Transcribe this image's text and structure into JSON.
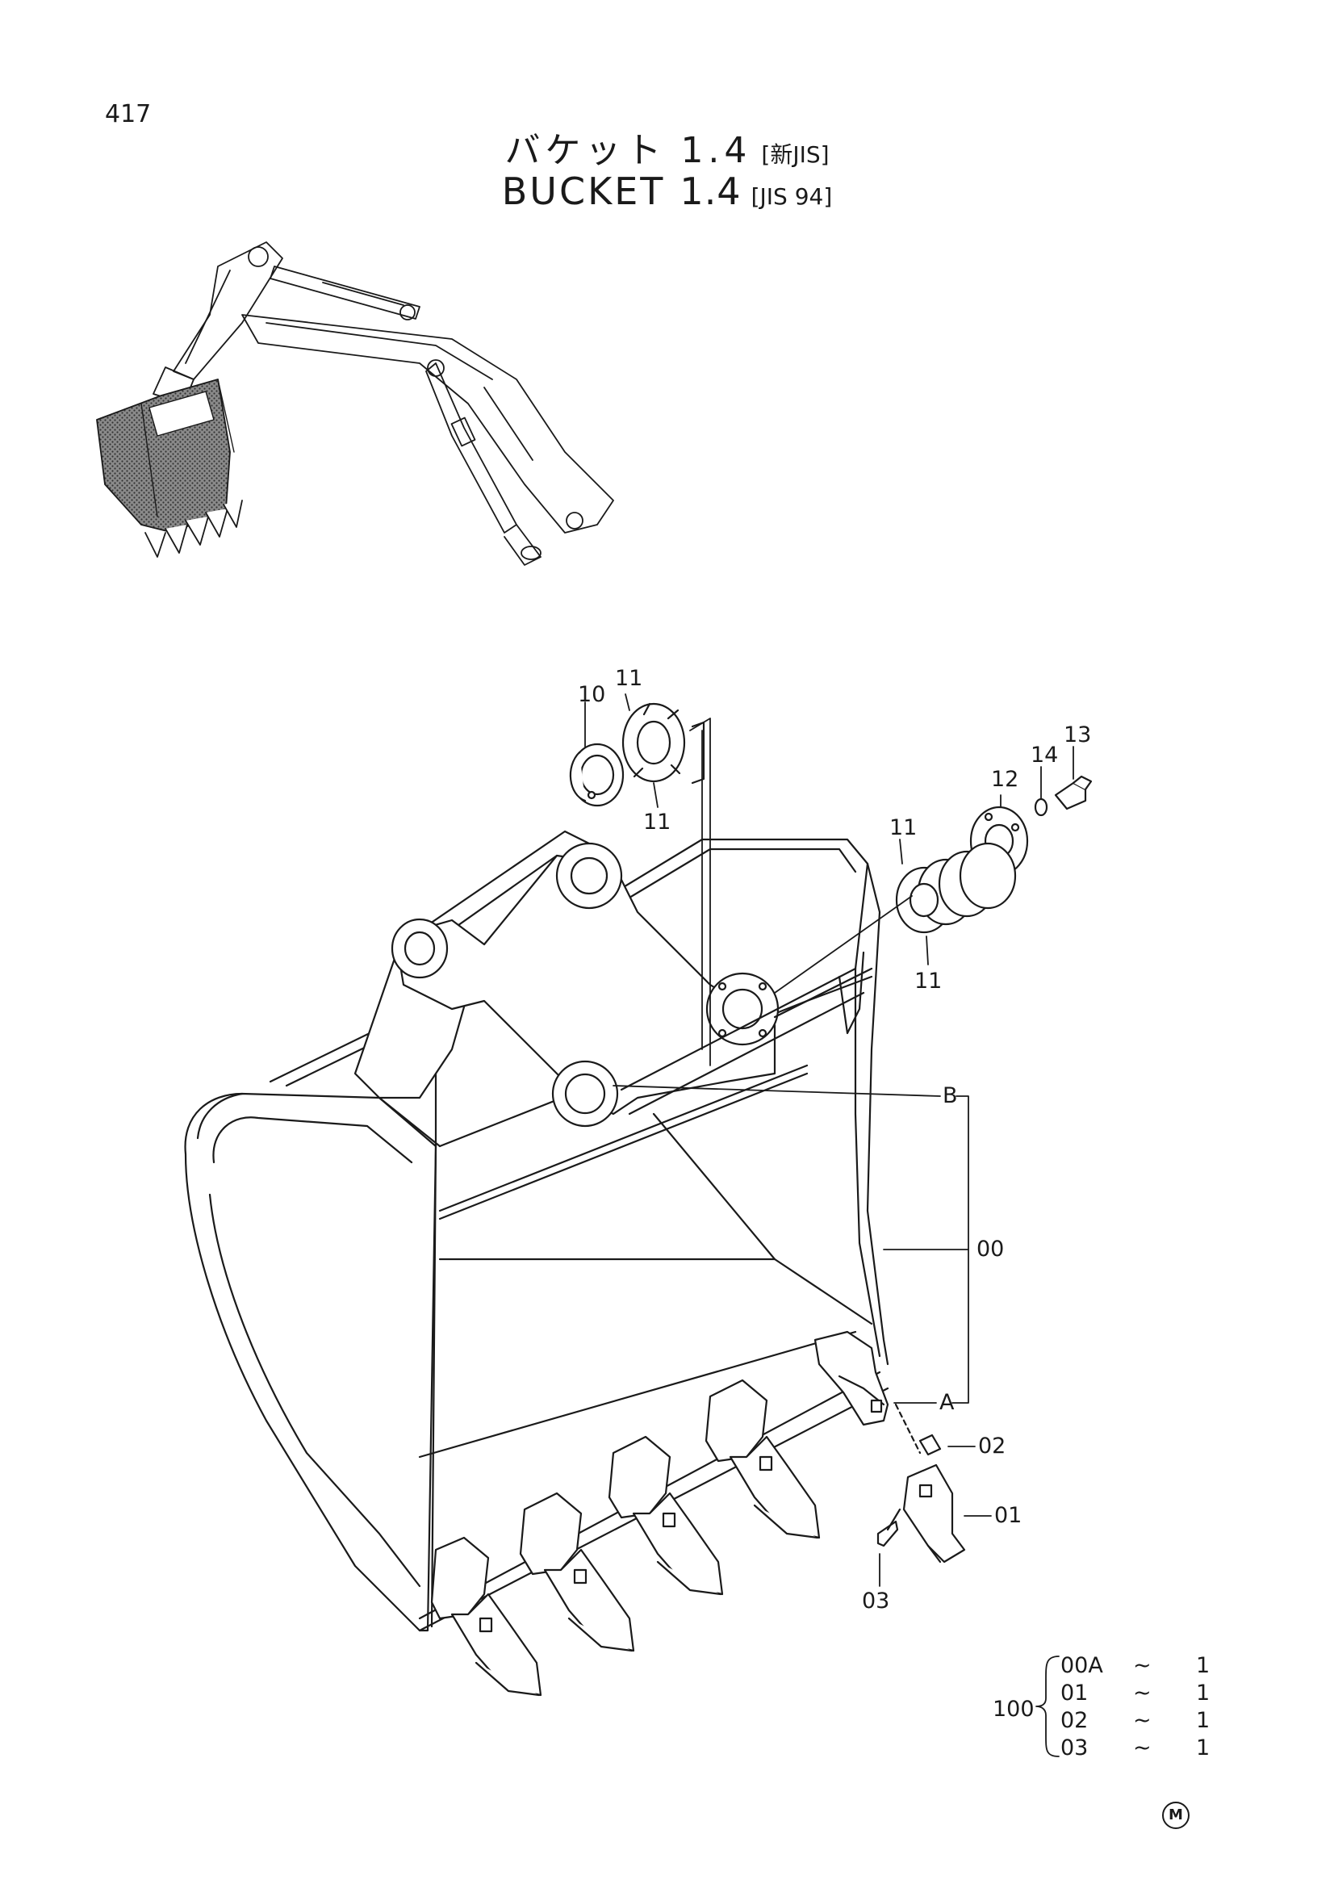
{
  "page_number": "417",
  "title": {
    "jp": "バケット",
    "en": "BUCKET",
    "size": "1.4",
    "jp_spec": "[新JIS]",
    "en_spec": "[JIS 94]"
  },
  "callouts": {
    "p10": "10",
    "p11_a": "11",
    "p11_b": "11",
    "p11_c": "11",
    "p11_d": "11",
    "p12": "12",
    "p13": "13",
    "p14": "14",
    "p00": "00",
    "pA": "A",
    "pB": "B",
    "p01": "01",
    "p02": "02",
    "p03": "03"
  },
  "kit": {
    "number": "100",
    "rows": [
      {
        "code": "00A",
        "tilde": "~",
        "qty": "1"
      },
      {
        "code": "01",
        "tilde": "~",
        "qty": "1"
      },
      {
        "code": "02",
        "tilde": "~",
        "qty": "1"
      },
      {
        "code": "03",
        "tilde": "~",
        "qty": "1"
      }
    ]
  },
  "maker_mark": "M",
  "colors": {
    "line": "#1a1a1a",
    "hatch": "#555555"
  }
}
